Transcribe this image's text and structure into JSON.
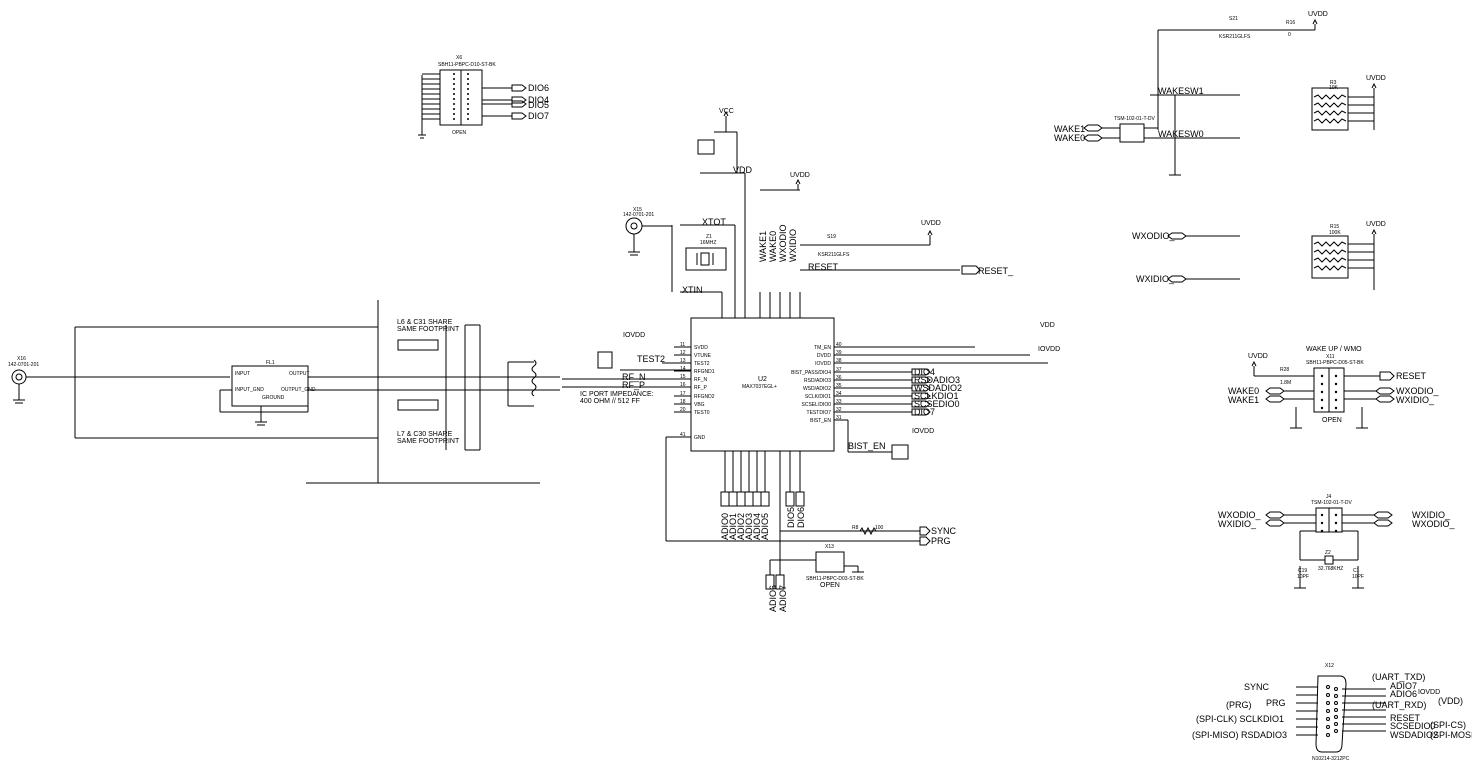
{
  "notes": {
    "l6c31": "L6 & C31 SHARE SAME FOOTPRINT",
    "l7c30": "L7 & C30 SHARE SAME FOOTPRINT",
    "ic_port": "IC PORT IMPEDANCE:",
    "ic_port2": "400 OHM // 512 FF",
    "wake_title": "WAKE UP / WMO"
  },
  "ic": {
    "ref": "U2",
    "part": "MAX7037EGL+",
    "left_pins": [
      {
        "num": "11",
        "name": "SVDD"
      },
      {
        "num": "12",
        "name": "VTUNE"
      },
      {
        "num": "13",
        "name": "TEST2"
      },
      {
        "num": "14",
        "name": "RFGND1"
      },
      {
        "num": "15",
        "name": "RF_N"
      },
      {
        "num": "16",
        "name": "RF_P"
      },
      {
        "num": "17",
        "name": "RFGND2"
      },
      {
        "num": "18",
        "name": "VBG"
      },
      {
        "num": "20",
        "name": "TEST0"
      },
      {
        "num": "41",
        "name": "GND"
      }
    ],
    "right_pins": [
      {
        "num": "40",
        "name": "TM_EN"
      },
      {
        "num": "39",
        "name": "DVDD"
      },
      {
        "num": "38",
        "name": "IOVDD"
      },
      {
        "num": "37",
        "name": "BIST_PASS/DIO4"
      },
      {
        "num": "36",
        "name": "RSD/ADIO3"
      },
      {
        "num": "35",
        "name": "WSD/ADIO2"
      },
      {
        "num": "34",
        "name": "SCLK/DIO1"
      },
      {
        "num": "33",
        "name": "SCSEL/DIO0"
      },
      {
        "num": "32",
        "name": "TESTDIO7"
      },
      {
        "num": "31",
        "name": "BIST_EN"
      }
    ]
  },
  "nets": {
    "dio6": "DIO6",
    "dio4": "DIO4",
    "dio5": "DIO5",
    "dio7": "DIO7",
    "wake1": "WAKE1",
    "wake0": "WAKE0",
    "wakesw1": "WAKESW1",
    "wakesw0": "WAKESW0",
    "uvdd": "UVDD",
    "vcc": "VCC",
    "vdd": "VDD",
    "iovdd": "IOVDD",
    "xtot": "XTOT",
    "xtin": "XTIN",
    "reset": "RESET",
    "reset_": "RESET_",
    "test2": "TEST2",
    "rf_n": "RF_N",
    "rf_p": "RF_P",
    "bist_en": "BIST_EN",
    "rsdadio3": "RSDADIO3",
    "wsdadio2": "WSDADIO2",
    "sclkdio1": "SCLKDIO1",
    "scsedio0": "SCSEDIO0",
    "sync": "SYNC",
    "prg": "PRG",
    "wxodio": "WXODIO_",
    "wxidio": "WXIDIO_",
    "adio": [
      "ADIO0",
      "ADIO1",
      "ADIO2",
      "ADIO3",
      "ADIO4",
      "ADIO5"
    ],
    "dio5v": "DIO5",
    "dio6v": "DIO6",
    "adio6": "ADIO6",
    "adio7": "ADIO7",
    "wake_v": [
      "WAKE1",
      "WAKE0",
      "WXODIO",
      "WXIDIO"
    ]
  },
  "components": {
    "x6": "X6",
    "x6_pn": "SBH11-PBPC-D10-ST-BK",
    "x6_open": "OPEN",
    "x15": "X15",
    "x15_pn": "142-0701-201",
    "x16": "X16",
    "x16_pn": "142-0701-201",
    "fl1": "FL1",
    "fl1_in": "INPUT",
    "fl1_out": "OUTPUT",
    "fl1_ig": "INPUT_GND",
    "fl1_og": "OUTPUT_GND",
    "fl1_gnd": "GROUND",
    "z1": "Z1",
    "z1_val": "16MHZ",
    "s19": "S19",
    "s19_pn": "KSR211GLFS",
    "s21": "S21",
    "s21_pn": "KSR211GLFS",
    "r3": "R3",
    "r3_val": "10K",
    "r15": "R15",
    "r15_val": "100K",
    "r16": "R16",
    "r16_val": "0",
    "x11": "X11",
    "x11_pn": "SBH11-PBPC-D05-ST-BK",
    "x11_open": "OPEN",
    "x13": "X13",
    "x13_pn": "SBH11-PBPC-D03-ST-BK",
    "x13_open": "OPEN",
    "x12": "X12",
    "x12_pn": "N10214-3212PC",
    "j4": "J4",
    "j4_pn": "TSM-102-01-T-DV",
    "z2": "Z2",
    "z2_val": "32.768KHZ",
    "c19": "C19",
    "c19_val": "10PF",
    "c1": "C1",
    "c1_val": "10PF",
    "r8": "R8",
    "r8_val": "100",
    "r28": "R28",
    "r28_val": "1.8M"
  },
  "x12_labels": {
    "left": [
      "SYNC",
      "PRG",
      "(PRG)",
      "(SPI-CLK)  SCLKDIO1",
      "(SPI-MISO)  RSDADIO3"
    ],
    "right": [
      "(UART_TXD)",
      "ADIO7",
      "ADIO6",
      "IOVDD",
      "(VDD)",
      "(UART_RXD)",
      "RESET",
      "SCSEDIO0",
      "WSDADIO2",
      "(SPI-CS)",
      "(SPI-MOSI)"
    ]
  },
  "x11_labels": {
    "reset": "RESET",
    "wake0": "WAKE0",
    "wake1": "WAKE1",
    "wxodio": "WXODIO_",
    "wxidio": "WXIDIO_",
    "uvdd": "UVDD"
  },
  "j4_labels": {
    "wxodio_a": "WXODIO_",
    "wxidio_a": "WXIDIO_",
    "wxodio_b": "WXODIO_",
    "wxidio_b": "WXIDIO_"
  }
}
